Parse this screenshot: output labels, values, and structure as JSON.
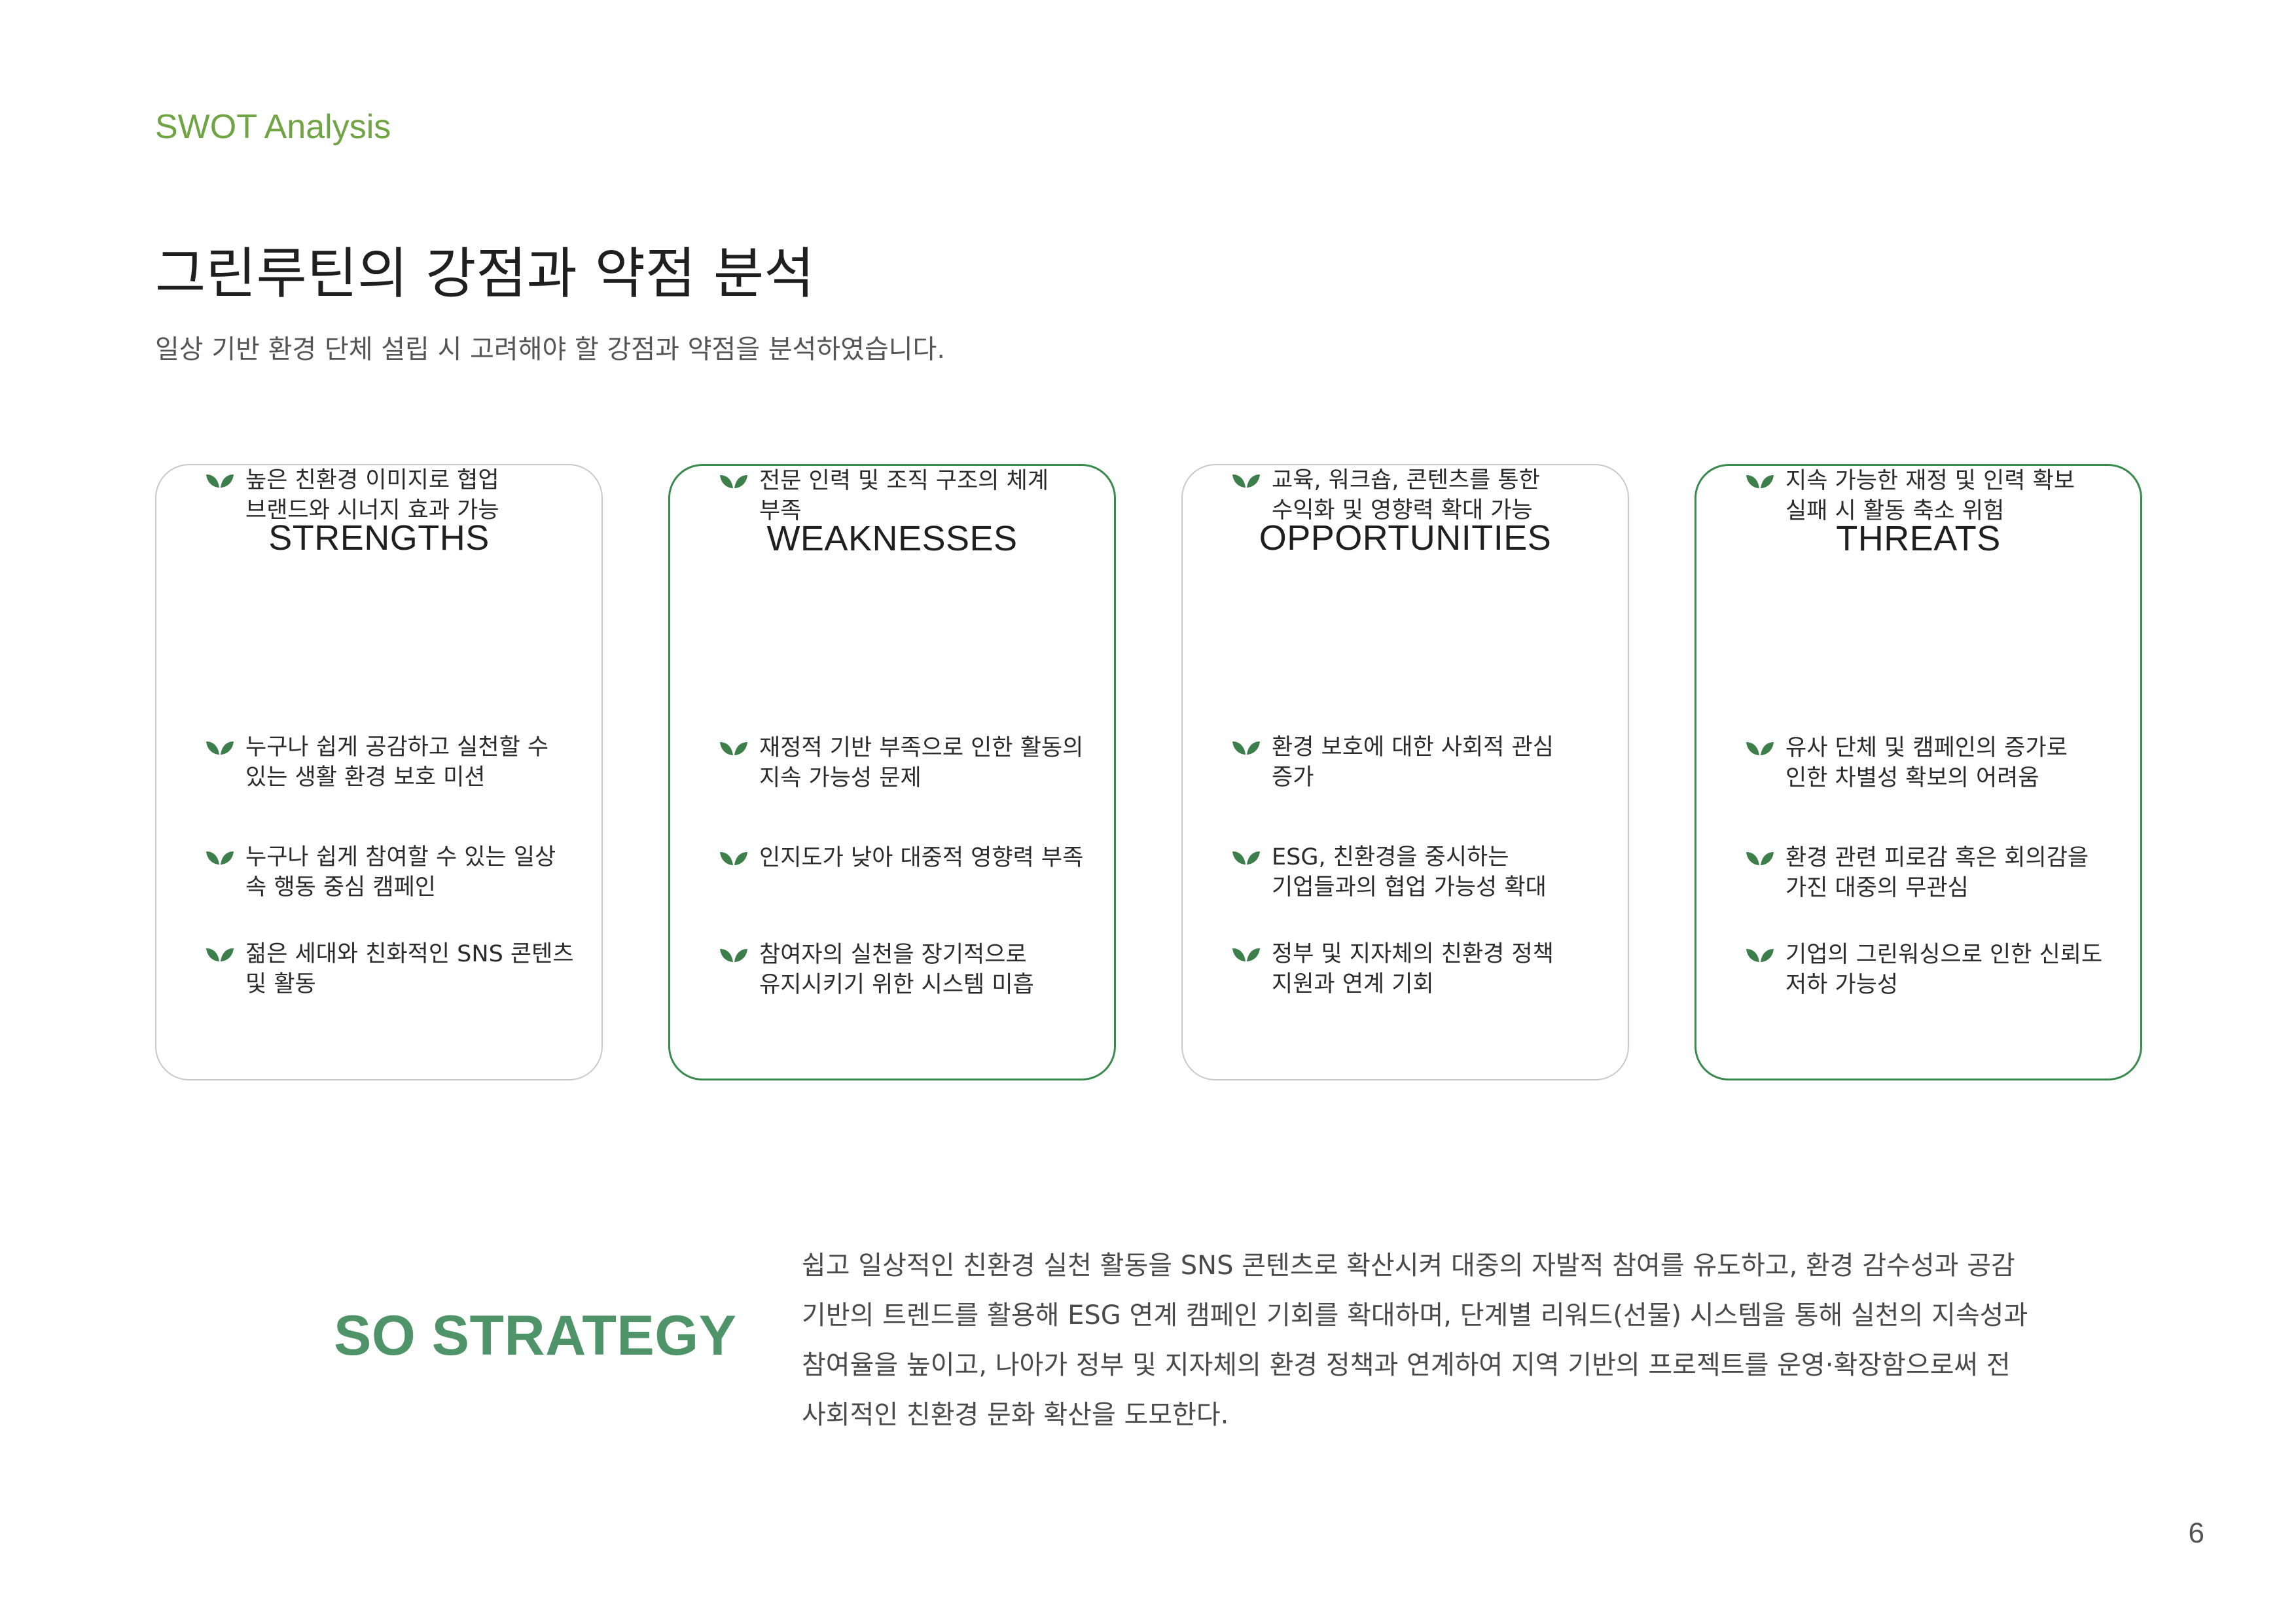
{
  "header": {
    "eyebrow": "SWOT Analysis",
    "title": "그린루틴의 강점과 약점 분석",
    "subtitle": "일상 기반 환경 단체 설립 시 고려해야 할 강점과 약점을 분석하였습니다."
  },
  "cards": [
    {
      "title": "STRENGTHS",
      "items": [
        "누구나 쉽게 공감하고 실천할 수 있는 생활 환경 보호 미션",
        "누구나 쉽게 참여할 수 있는 일상 속 행동 중심 캠페인",
        "젊은 세대와 친화적인 SNS 콘텐츠 및 활동",
        "높은 친환경 이미지로 협업 브랜드와 시너지 효과 가능"
      ]
    },
    {
      "title": "WEAKNESSES",
      "items": [
        "재정적 기반 부족으로 인한 활동의 지속 가능성 문제",
        "인지도가 낮아 대중적 영향력 부족",
        "참여자의 실천을 장기적으로 유지시키기 위한 시스템 미흡",
        "전문 인력 및 조직 구조의 체계 부족"
      ]
    },
    {
      "title": "OPPORTUNITIES",
      "items": [
        "환경 보호에 대한 사회적 관심 증가",
        "ESG, 친환경을 중시하는 기업들과의 협업 가능성 확대",
        "정부 및 지자체의 친환경 정책 지원과 연계 기회",
        "교육, 워크숍, 콘텐츠를 통한 수익화 및 영향력 확대 가능"
      ]
    },
    {
      "title": "THREATS",
      "items": [
        "유사 단체 및 캠페인의 증가로 인한 차별성 확보의 어려움",
        "환경 관련 피로감 혹은 회의감을 가진 대중의 무관심",
        "기업의 그린워싱으로 인한 신뢰도 저하 가능성",
        "지속 가능한 재정 및 인력 확보 실패 시 활동 축소 위험"
      ]
    }
  ],
  "strategy": {
    "title": "SO STRATEGY",
    "text": "쉽고 일상적인 친환경 실천 활동을 SNS 콘텐츠로 확산시켜 대중의 자발적 참여를 유도하고, 환경 감수성과 공감 기반의 트렌드를 활용해 ESG 연계 캠페인 기회를 확대하며, 단계별 리워드(선물) 시스템을 통해 실천의 지속성과 참여율을 높이고, 나아가 정부 및 지자체의 환경 정책과 연계하여 지역 기반의 프로젝트를 운영·확장함으로써 전 사회적인 친환경 문화 확산을 도모한다."
  },
  "page_number": "6",
  "colors": {
    "accent_green": "#6fa344",
    "card_border_green": "#3a8a4e",
    "leaf_green": "#3d7f4b",
    "strategy_green": "#4e9468"
  },
  "icons": {
    "bullet": "leaf-icon"
  }
}
